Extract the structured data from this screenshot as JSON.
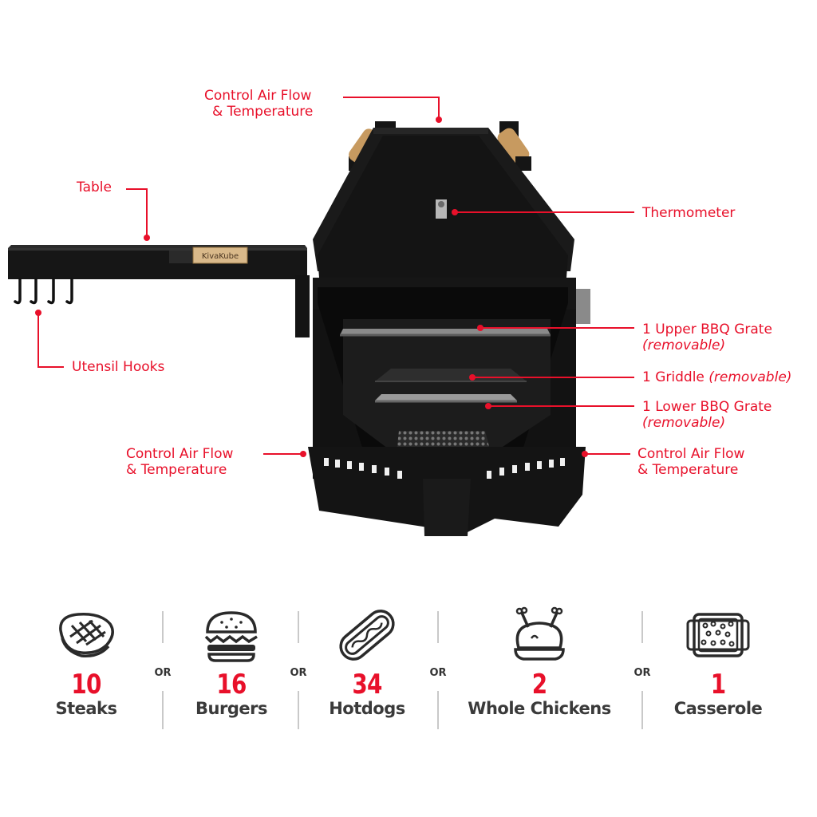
{
  "callouts": {
    "top_air_flow": {
      "line1": "Control Air Flow",
      "line2": "& Temperature"
    },
    "table": {
      "line1": "Table"
    },
    "thermometer": {
      "line1": "Thermometer"
    },
    "utensil_hooks": {
      "line1": "Utensil Hooks"
    },
    "upper_grate": {
      "line1": "1 Upper BBQ Grate",
      "line2": "(removable)"
    },
    "griddle": {
      "line1": "1 Griddle",
      "line1_sub": "(removable)"
    },
    "lower_grate": {
      "line1": "1 Lower BBQ Grate",
      "line2": "(removable)"
    },
    "left_air_flow": {
      "line1": "Control Air Flow",
      "line2": "& Temperature"
    },
    "right_air_flow": {
      "line1": "Control Air Flow",
      "line2": "& Temperature"
    }
  },
  "brand_plate": "KivaKube",
  "capacity": [
    {
      "count": "10",
      "label": "Steaks",
      "icon": "steak-icon"
    },
    {
      "count": "16",
      "label": "Burgers",
      "icon": "burger-icon"
    },
    {
      "count": "34",
      "label": "Hotdogs",
      "icon": "hotdog-icon"
    },
    {
      "count": "2",
      "label": "Whole Chickens",
      "icon": "chicken-icon"
    },
    {
      "count": "1",
      "label": "Casserole",
      "icon": "casserole-icon"
    }
  ],
  "separator": "OR",
  "colors": {
    "accent": "#e8102a",
    "body": "#111111",
    "text": "#3a3a3a"
  }
}
